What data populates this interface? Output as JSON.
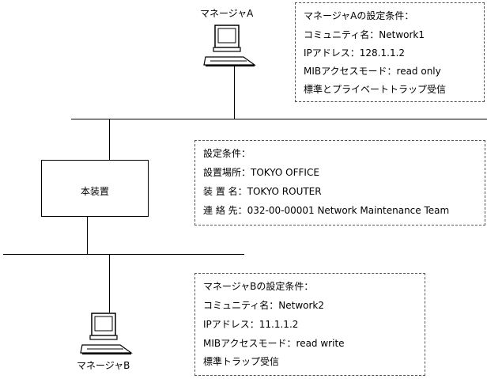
{
  "manager_a": {
    "label": "マネージャA",
    "note": [
      "マネージャAの設定条件：",
      "コミュニティ名：Network1",
      "IPアドレス：128.1.1.2",
      "MIBアクセスモード：read only",
      "標準とプライベートトラップ受信"
    ]
  },
  "device": {
    "label": "本装置",
    "note": [
      "設定条件：",
      "設置場所：TOKYO OFFICE",
      "装 置 名：TOKYO ROUTER",
      "連 絡 先：032-00-00001 Network Maintenance Team"
    ]
  },
  "manager_b": {
    "label": "マネージャB",
    "note": [
      "マネージャBの設定条件：",
      "コミュニティ名：Network2",
      "IPアドレス：11.1.1.2",
      "MIBアクセスモード：read write",
      "標準トラップ受信"
    ]
  }
}
